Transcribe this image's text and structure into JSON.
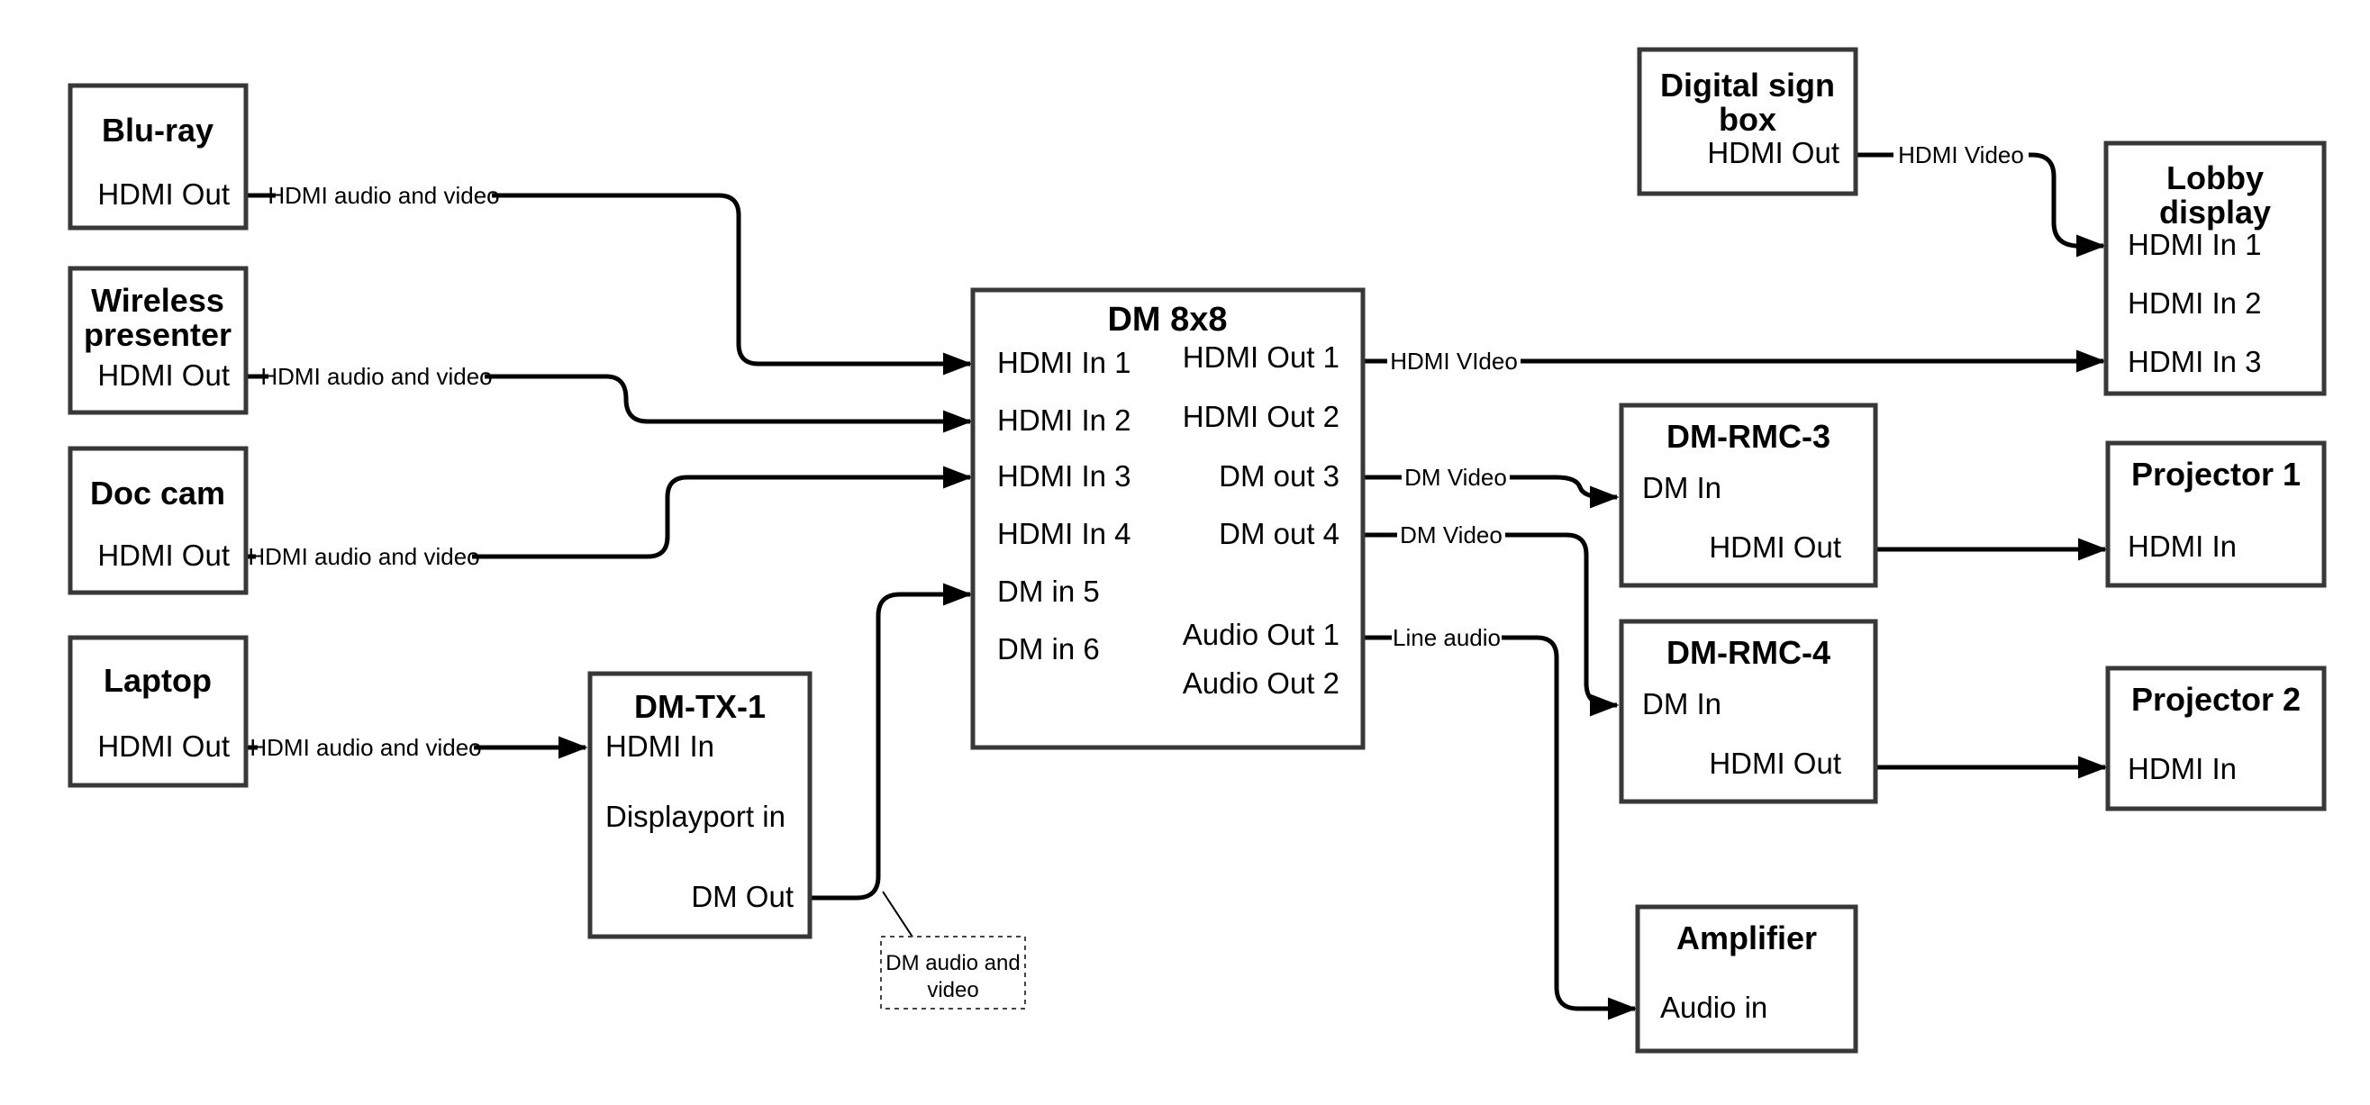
{
  "colors": {
    "line": "#000000",
    "box_border": "#383838",
    "text": "#000000",
    "label_bg": "#ffffff",
    "background": "#ffffff"
  },
  "nodes": {
    "bluray": {
      "title": "Blu-ray",
      "ports": {
        "hdmi_out": "HDMI Out"
      }
    },
    "wireless_presenter": {
      "title_line1": "Wireless",
      "title_line2": "presenter",
      "ports": {
        "hdmi_out": "HDMI Out"
      }
    },
    "doc_cam": {
      "title": "Doc cam",
      "ports": {
        "hdmi_out": "HDMI Out"
      }
    },
    "laptop": {
      "title": "Laptop",
      "ports": {
        "hdmi_out": "HDMI Out"
      }
    },
    "dm_tx_1": {
      "title": "DM-TX-1",
      "ports": {
        "hdmi_in": "HDMI In",
        "displayport_in": "Displayport in",
        "dm_out": "DM Out"
      }
    },
    "dm_8x8": {
      "title": "DM 8x8",
      "inputs": [
        "HDMI In 1",
        "HDMI In 2",
        "HDMI In 3",
        "HDMI In 4",
        "DM in 5",
        "DM in 6"
      ],
      "outputs": [
        "HDMI Out 1",
        "HDMI Out 2",
        "DM out 3",
        "DM out 4",
        "Audio Out 1",
        "Audio Out 2"
      ]
    },
    "digital_sign_box": {
      "title_line1": "Digital sign",
      "title_line2": "box",
      "ports": {
        "hdmi_out": "HDMI Out"
      }
    },
    "lobby_display": {
      "title_line1": "Lobby",
      "title_line2": "display",
      "inputs": [
        "HDMI In 1",
        "HDMI In 2",
        "HDMI In 3"
      ]
    },
    "dm_rmc_3": {
      "title": "DM-RMC-3",
      "ports": {
        "dm_in": "DM In",
        "hdmi_out": "HDMI Out"
      }
    },
    "projector_1": {
      "title": "Projector 1",
      "ports": {
        "hdmi_in": "HDMI In"
      }
    },
    "dm_rmc_4": {
      "title": "DM-RMC-4",
      "ports": {
        "dm_in": "DM In",
        "hdmi_out": "HDMI Out"
      }
    },
    "projector_2": {
      "title": "Projector 2",
      "ports": {
        "hdmi_in": "HDMI In"
      }
    },
    "amplifier": {
      "title": "Amplifier",
      "ports": {
        "audio_in": "Audio in"
      }
    }
  },
  "connections": {
    "bluray_to_dm8x8": {
      "label": "HDMI audio and video"
    },
    "wireless_to_dm8x8": {
      "label": "HDMI audio and video"
    },
    "doccam_to_dm8x8": {
      "label": "HDMI audio and video"
    },
    "laptop_to_dmtx1": {
      "label": "HDMI audio and video"
    },
    "hdmiout1_to_lobby": {
      "label": "HDMI VIdeo"
    },
    "dmout3_to_rmc3": {
      "label": "DM Video"
    },
    "dmout4_to_rmc4": {
      "label": "DM Video"
    },
    "audioout1_to_amp": {
      "label": "Line audio"
    },
    "signbox_to_lobby": {
      "label": "HDMI Video"
    }
  },
  "callout": {
    "line1": "DM audio and",
    "line2": "video"
  }
}
